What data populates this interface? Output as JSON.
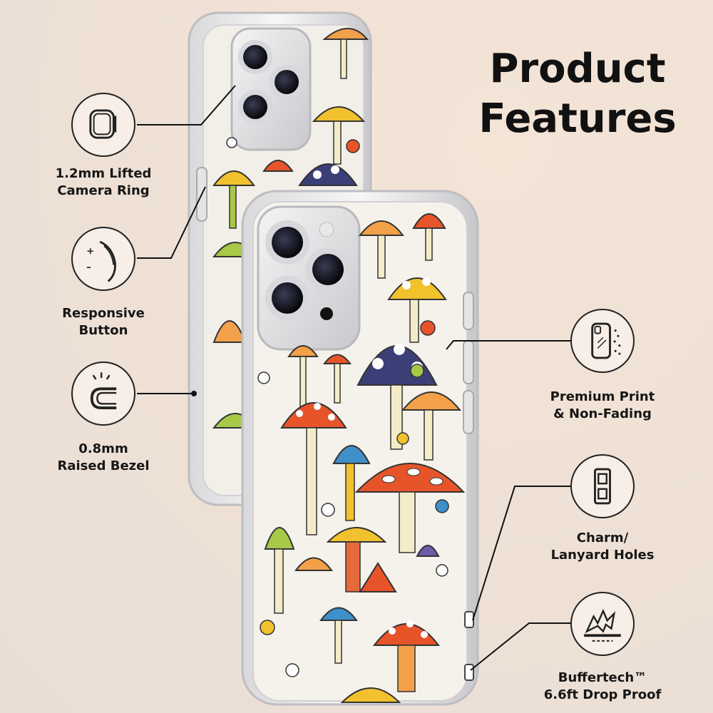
{
  "headline": {
    "line1": "Product",
    "line2": "Features"
  },
  "features": [
    {
      "id": "camera-ring",
      "icon": "camera-ring-icon",
      "line1": "1.2mm Lifted",
      "line2": "Camera Ring"
    },
    {
      "id": "responsive-button",
      "icon": "responsive-button-icon",
      "line1": "Responsive",
      "line2": "Button"
    },
    {
      "id": "raised-bezel",
      "icon": "raised-bezel-icon",
      "line1": "0.8mm",
      "line2": "Raised Bezel"
    },
    {
      "id": "premium-print",
      "icon": "phone-print-icon",
      "line1": "Premium Print",
      "line2": "& Non-Fading"
    },
    {
      "id": "lanyard-holes",
      "icon": "lanyard-holes-icon",
      "line1": "Charm/",
      "line2": "Lanyard Holes"
    },
    {
      "id": "drop-proof",
      "icon": "shock-absorb-icon",
      "line1": "Buffertech™",
      "line2": "6.6ft Drop Proof"
    }
  ],
  "colors": {
    "background": "#efe1d5",
    "text": "#111111",
    "mushroom_orange": "#e8542a",
    "mushroom_navy": "#3b3f78",
    "mushroom_green": "#a8c848",
    "mushroom_yellow": "#f2c12e",
    "mushroom_blue": "#3f8fc9"
  }
}
